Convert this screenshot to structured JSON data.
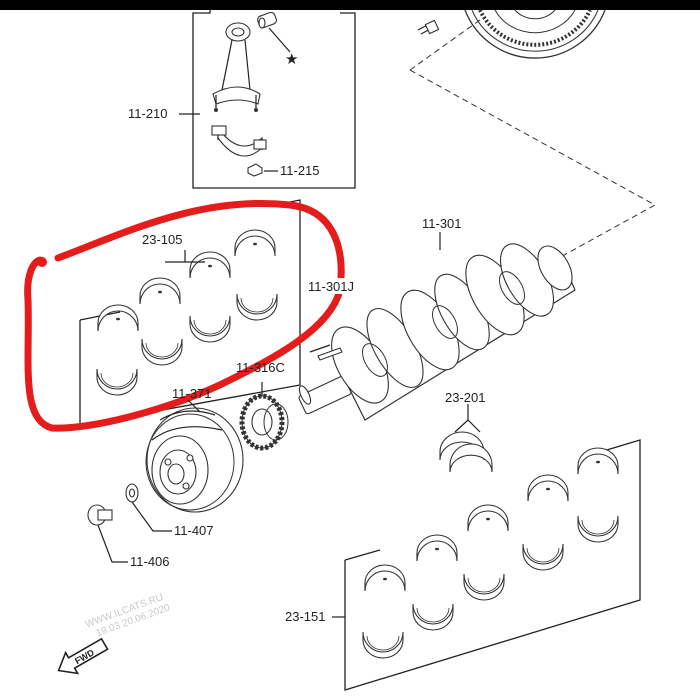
{
  "labels": {
    "conrod_box": "11-210",
    "conrod_nut": "11-215",
    "main_bearings": "23-105",
    "crankshaft": "11-301",
    "key": "11-301J",
    "sprocket": "11-316C",
    "pulley": "11-371",
    "thrust_bearing": "23-201",
    "washer": "11-407",
    "bolt": "11-406",
    "conrod_bearings": "23-151"
  },
  "watermark": {
    "line1": "WWW.ILCATS.RU",
    "line2": "19.03 20.06.2020"
  },
  "fwd_label": "FWD",
  "star_symbol": "★",
  "highlight_color": "#e51c1c"
}
